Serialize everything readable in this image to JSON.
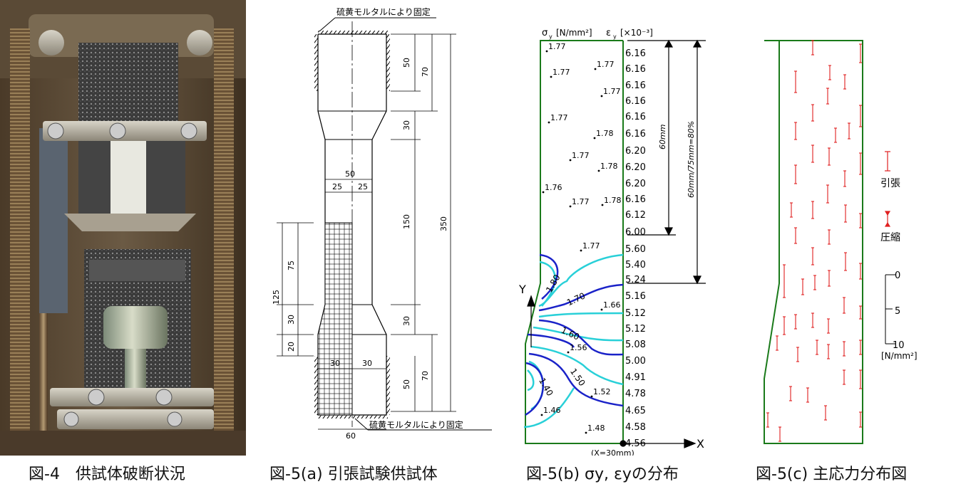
{
  "photo": {
    "description_color": "#6a5a45"
  },
  "captions": {
    "fig4": "図-4　供試体破断状況",
    "fig5a": "図-5(a) 引張試験供試体",
    "fig5b": "図-5(b) σy, εyの分布",
    "fig5c": "図-5(c) 主応力分布図"
  },
  "fig5a": {
    "note_top": "硫黄モルタルにより固定",
    "note_bottom": "硫黄モルタルにより固定",
    "dims": {
      "d50_top": "50",
      "d70_top": "70",
      "d30_a": "30",
      "d150": "150",
      "d350": "350",
      "d30_b": "30",
      "d50_bot": "50",
      "d70_bot": "70",
      "w50": "50",
      "w25_l": "25",
      "w25_r": "25",
      "w30_l": "30",
      "w30_r": "30",
      "w60": "60",
      "d125": "125",
      "d75": "75",
      "d30_c": "30",
      "d20": "20"
    }
  },
  "fig5b": {
    "header_sigma": "σ",
    "header_sigma_sub": "y",
    "header_sigma_unit": "[N/mm²]",
    "header_eps": "ε",
    "header_eps_sub": "y",
    "header_eps_unit": "[×10⁻³]",
    "strain_values": [
      "6.16",
      "6.16",
      "6.16",
      "6.16",
      "6.16",
      "6.16",
      "6.20",
      "6.20",
      "6.20",
      "6.16",
      "6.12",
      "6.00",
      "5.60",
      "5.40",
      "5.24",
      "5.16",
      "5.12",
      "5.12",
      "5.08",
      "5.00",
      "4.91",
      "4.78",
      "4.65",
      "4.58",
      "4.56"
    ],
    "stress_labels": [
      "1.77",
      "1.77",
      "1.77",
      "1.77",
      "1.77",
      "1.78",
      "1.77",
      "1.78",
      "1.76",
      "1.77",
      "1.78",
      "1.77",
      "1.66",
      "1.56",
      "1.52",
      "1.46",
      "1.48"
    ],
    "contour_labels": [
      "1.80",
      "1.70",
      "1.60",
      "1.50",
      "1.40"
    ],
    "dim_60mm": "60mm",
    "dim_ratio": "60mm/75mm=80%",
    "axis_x": "X",
    "axis_y": "Y",
    "origin_label": "(X=30mm)",
    "colors": {
      "outline": "#1a7a1a",
      "dark_contour": "#1a22c8",
      "light_contour": "#29d0d8"
    }
  },
  "fig5c": {
    "legend_tension": "引張",
    "legend_compression": "圧縮",
    "scale_0": "0",
    "scale_5": "5",
    "scale_10": "10",
    "scale_unit": "[N/mm²]",
    "arrow_color": "#e02020"
  }
}
